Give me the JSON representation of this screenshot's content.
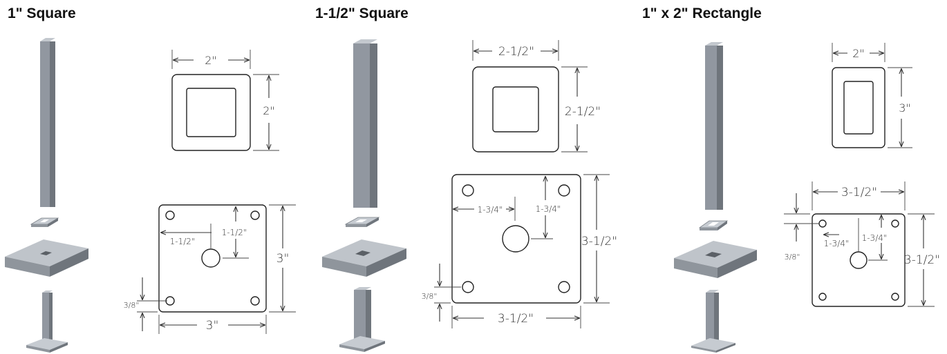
{
  "panels": [
    {
      "title": "1\" Square",
      "flange": {
        "width": "2\"",
        "height": "2\""
      },
      "base": {
        "hole_x": "1-1/2\"",
        "hole_y": "1-1/2\"",
        "height": "3\"",
        "width": "3\"",
        "edge": "3/8\""
      }
    },
    {
      "title": "1-1/2\" Square",
      "flange": {
        "width": "2-1/2\"",
        "height": "2-1/2\""
      },
      "base": {
        "hole_x": "1-3/4\"",
        "hole_y": "1-3/4\"",
        "height": "3-1/2\"",
        "width": "3-1/2\"",
        "edge": "3/8\""
      }
    },
    {
      "title": "1\" x 2\" Rectangle",
      "flange": {
        "width": "2\"",
        "height": "3\""
      },
      "base": {
        "hole_x": "1-3/4\"",
        "hole_y": "1-3/4\"",
        "height": "3-1/2\"",
        "width": "3-1/2\"",
        "edge": "3/8\""
      }
    }
  ],
  "colors": {
    "steel_front": "#8f959c",
    "steel_side": "#6f757c",
    "steel_top": "#b8bdc3",
    "line": "#333333"
  }
}
